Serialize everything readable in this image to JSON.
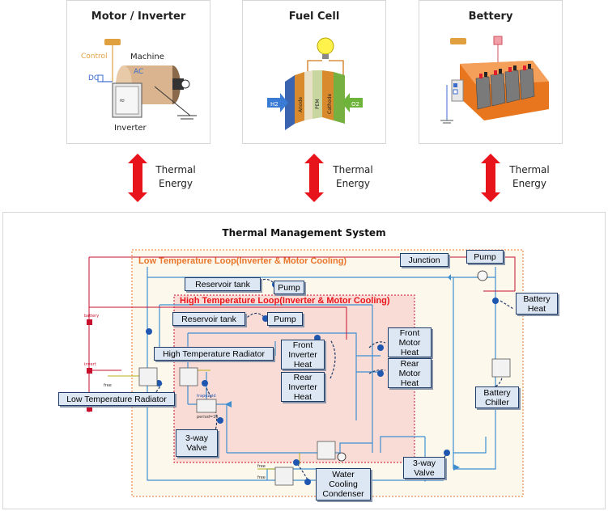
{
  "panels": {
    "motor_inverter": {
      "title": "Motor / Inverter",
      "labels": {
        "control": "Control",
        "dc": "DC",
        "ac": "AC",
        "machine": "Machine",
        "inverter": "Inverter"
      }
    },
    "fuel_cell": {
      "title": "Fuel Cell",
      "labels": {
        "h2": "H2",
        "anode": "Anode",
        "pem": "PEM",
        "cathode": "Cathode",
        "o2": "O2"
      }
    },
    "battery": {
      "title": "Bettery"
    }
  },
  "thermal": {
    "left": {
      "line1": "Thermal",
      "line2": "Energy"
    },
    "middle": {
      "line1": "Thermal",
      "line2": "Energy"
    },
    "right": {
      "line1": "Thermal",
      "line2": "Energy"
    }
  },
  "tms": {
    "title": "Thermal Management System",
    "low_loop_label": "Low Temperature Loop(Inverter & Motor Cooling)",
    "high_loop_label": "High Temperature Loop(Inverter & Motor Cooling)",
    "components": {
      "reservoir_low": "Reservoir tank",
      "pump_low": "Pump",
      "reservoir_high": "Reservoir tank",
      "pump_high": "Pump",
      "ht_radiator": "High Temperature Radiator",
      "lt_radiator": "Low Temperature Radiator",
      "front_inverter": [
        "Front",
        "Inverter",
        "Heat"
      ],
      "rear_inverter": [
        "Rear",
        "Inverter",
        "Heat"
      ],
      "front_motor": [
        "Front",
        "Motor",
        "Heat"
      ],
      "rear_motor": [
        "Rear",
        "Motor",
        "Heat"
      ],
      "junction": "Junction",
      "pump_right": "Pump",
      "battery_heat": [
        "Battery",
        "Heat"
      ],
      "battery_chiller": [
        "Battery",
        "Chiller"
      ],
      "valve_left": [
        "3-way",
        "Valve"
      ],
      "valve_right": [
        "3-way",
        "Valve"
      ],
      "water_condenser": [
        "Water",
        "Cooling",
        "Condenser"
      ]
    },
    "small_labels": {
      "battery": "battery",
      "invert": "invert",
      "free1": "free",
      "free2": "free",
      "free3": "free",
      "trapezoid": "trapezoid",
      "period": "period=10"
    }
  },
  "colors": {
    "arrow_red": "#e8141b",
    "low_loop": "#e8762c",
    "high_loop": "#e8141b",
    "pipe_blue": "#3f8fd0",
    "signal_red": "#c8102e",
    "box_fill": "#dde7f3"
  }
}
